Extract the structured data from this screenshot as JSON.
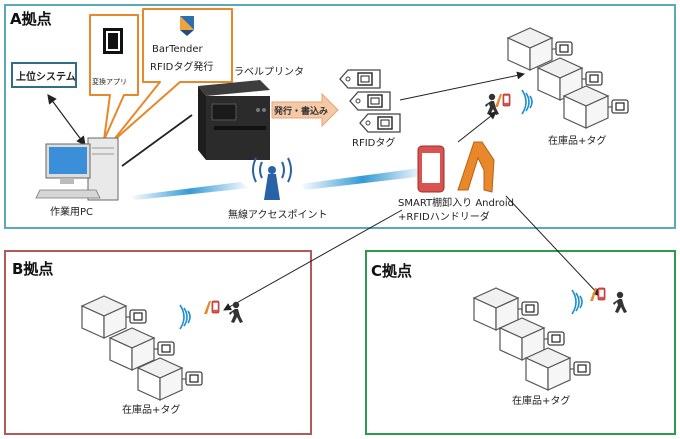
{
  "site_a": {
    "title": "A拠点"
  },
  "site_b": {
    "title": "B拠点"
  },
  "site_c": {
    "title": "C拠点"
  },
  "host_system": {
    "label": "上位システム"
  },
  "converter_app": {
    "label": "変換アプリ"
  },
  "bartender": {
    "line1": "BarTender",
    "line2": "RFIDタグ発行"
  },
  "printer": {
    "label": "ラベルプリンタ"
  },
  "issue_arrow": {
    "label": "発行・書込み"
  },
  "rfid_tags": {
    "label": "RFIDタグ"
  },
  "pc": {
    "label": "作業用PC"
  },
  "access_point": {
    "label": "無線アクセスポイント"
  },
  "handheld": {
    "line1": "SMART棚卸入り Android",
    "line2": "+RFIDハンドリーダ"
  },
  "stock_a": {
    "label": "在庫品+タグ"
  },
  "stock_b": {
    "label": "在庫品+タグ"
  },
  "stock_c": {
    "label": "在庫品+タグ"
  },
  "colors": {
    "site_a_border": "#5ba8b8",
    "site_b_border": "#b05a5a",
    "site_c_border": "#2e9a4e",
    "callout_orange": "#e8882a",
    "host_border": "#2f6f86",
    "wave_blue": "#1e8fd0",
    "arrow_fill": "#f5c9a6"
  },
  "icons": [
    "computer-icon",
    "printer-icon",
    "access-point-icon",
    "smartphone-icon",
    "rfid-reader-icon",
    "person-icon",
    "box-icon",
    "rfid-tag-icon",
    "bartender-logo-icon",
    "sd-card-icon"
  ]
}
